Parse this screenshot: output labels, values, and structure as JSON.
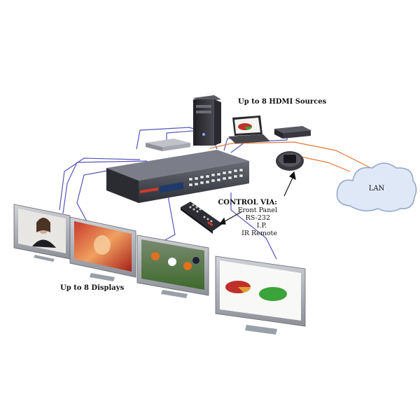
{
  "labels": {
    "sources": "Up to 8 HDMI Sources",
    "displays": "Up to 8 Displays",
    "lan": "LAN",
    "control_title": "CONTROL VIA:",
    "control_items": [
      "Front Panel",
      "RS-232",
      "I.P.",
      "IR Remote"
    ]
  },
  "colors": {
    "hdmi_cable": "#5555bb",
    "lan_cable": "#e07a3a",
    "device_body": "#3a3a40",
    "cloud_fill": "#dfe8f6",
    "cloud_stroke": "#8ea5c7"
  }
}
